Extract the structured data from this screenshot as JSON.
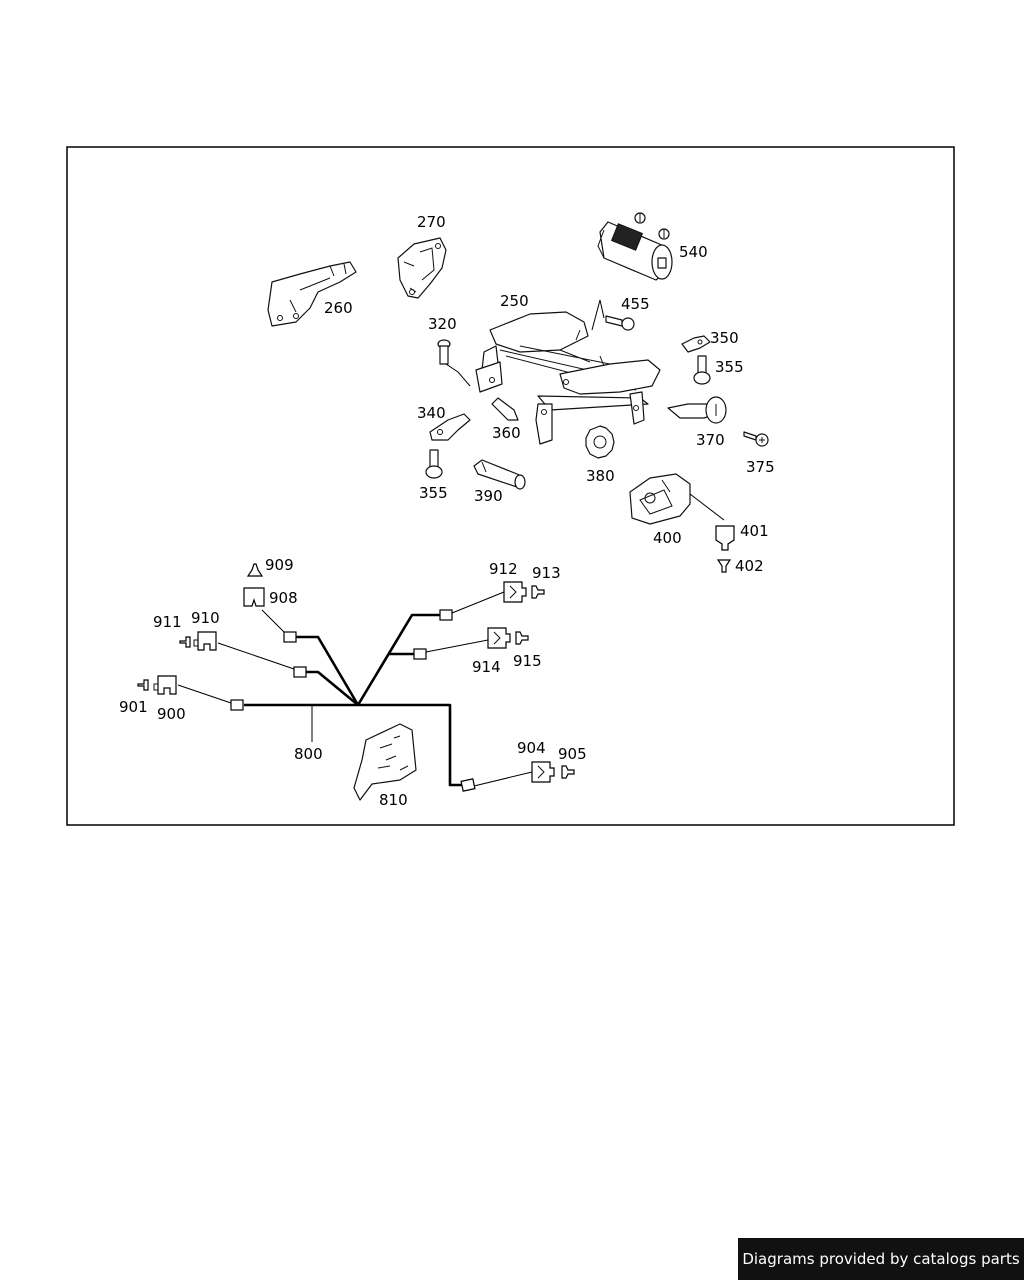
{
  "labels": {
    "p260": "260",
    "p270": "270",
    "p540": "540",
    "p250": "250",
    "p455": "455",
    "p320": "320",
    "p350": "350",
    "p355a": "355",
    "p340": "340",
    "p360": "360",
    "p370": "370",
    "p375": "375",
    "p355b": "355",
    "p390": "390",
    "p380": "380",
    "p400": "400",
    "p401": "401",
    "p402": "402",
    "p909": "909",
    "p908": "908",
    "p912": "912",
    "p913": "913",
    "p911": "911",
    "p910": "910",
    "p914": "914",
    "p915": "915",
    "p901": "901",
    "p900": "900",
    "p800": "800",
    "p904": "904",
    "p905": "905",
    "p810": "810"
  },
  "footer": {
    "credit": "Diagrams provided by catalogs parts"
  }
}
